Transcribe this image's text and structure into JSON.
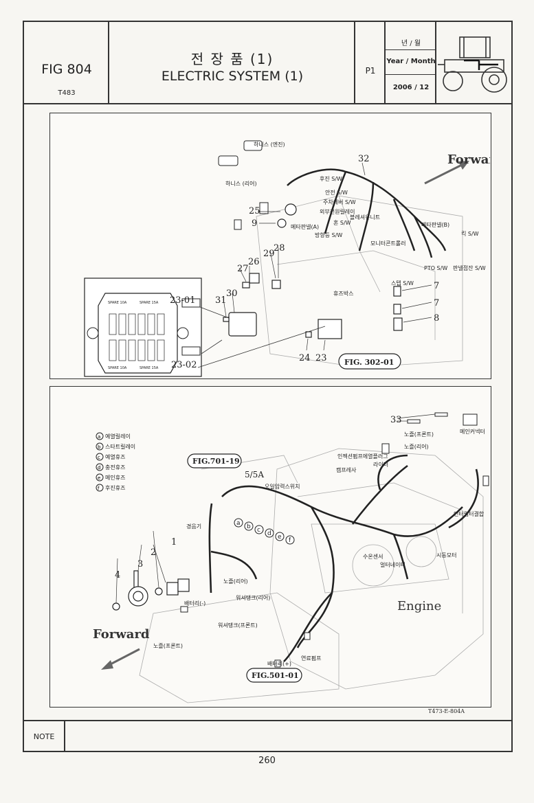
{
  "header": {
    "fig_no": "FIG 804",
    "fig_code": "T483",
    "title_ko": "전 장 품 (1)",
    "title_en": "ELECTRIC SYSTEM (1)",
    "page_label": "P1",
    "ym_ko": "년 / 월",
    "ym_en": "Year / Month",
    "ym_value": "2006 / 12"
  },
  "diagram_top": {
    "forward": "Forward",
    "fig_ref": "FIG. 302-01",
    "callouts": [
      "32",
      "25",
      "9",
      "29",
      "28",
      "27",
      "26",
      "31",
      "30",
      "24",
      "23",
      "7",
      "7",
      "8",
      "23-01",
      "23-02"
    ],
    "labels": [
      "하니스 (엔진)",
      "하니스 (리어)",
      "후진 S/W",
      "안전 S/W",
      "주차레버 S/W",
      "외부전원릴레이",
      "블레셔유니트",
      "메타판넬(A)",
      "혼 S/W",
      "방향등 S/W",
      "메타판넬(B)",
      "킥 S/W",
      "모니터콘트롤러",
      "PTO S/W",
      "판넬접잔 S/W",
      "스텝 S/W",
      "휴즈박스"
    ],
    "fuse_box": [
      "SPARE 10A",
      "SPARE 15A",
      "SPARE 10A",
      "SPARE 15A"
    ]
  },
  "diagram_bottom": {
    "forward": "Forward",
    "engine": "Engine",
    "fig_ref_1": "FIG.701-19",
    "fig_ref_2": "FIG.501-01",
    "amp": "5/5A",
    "callouts": [
      "33",
      "1",
      "2",
      "3",
      "4"
    ],
    "legend": [
      {
        "key": "a",
        "text": "예열릴레이"
      },
      {
        "key": "b",
        "text": "스타트릴레이"
      },
      {
        "key": "c",
        "text": "예열휴즈"
      },
      {
        "key": "d",
        "text": "충전휴즈"
      },
      {
        "key": "e",
        "text": "메인휴즈"
      },
      {
        "key": "f",
        "text": "후진휴즈"
      }
    ],
    "labels": [
      "노즐(프론트)",
      "메인커넥터",
      "노즐(리어)",
      "인젝션펌프에열플러그",
      "라이터",
      "캠프레사",
      "오일압력스위치",
      "인터럽터결합",
      "경음기",
      "수온센서",
      "얼터네이터",
      "시동모터",
      "노즐(리어)",
      "워셔탱크(리어)",
      "배터리(-)",
      "워셔탱크(프론트)",
      "노즐(프론트)",
      "연료펌프",
      "배터리(+)"
    ]
  },
  "doc_code": "T473-E-804A",
  "note_label": "NOTE",
  "page_number": "260"
}
